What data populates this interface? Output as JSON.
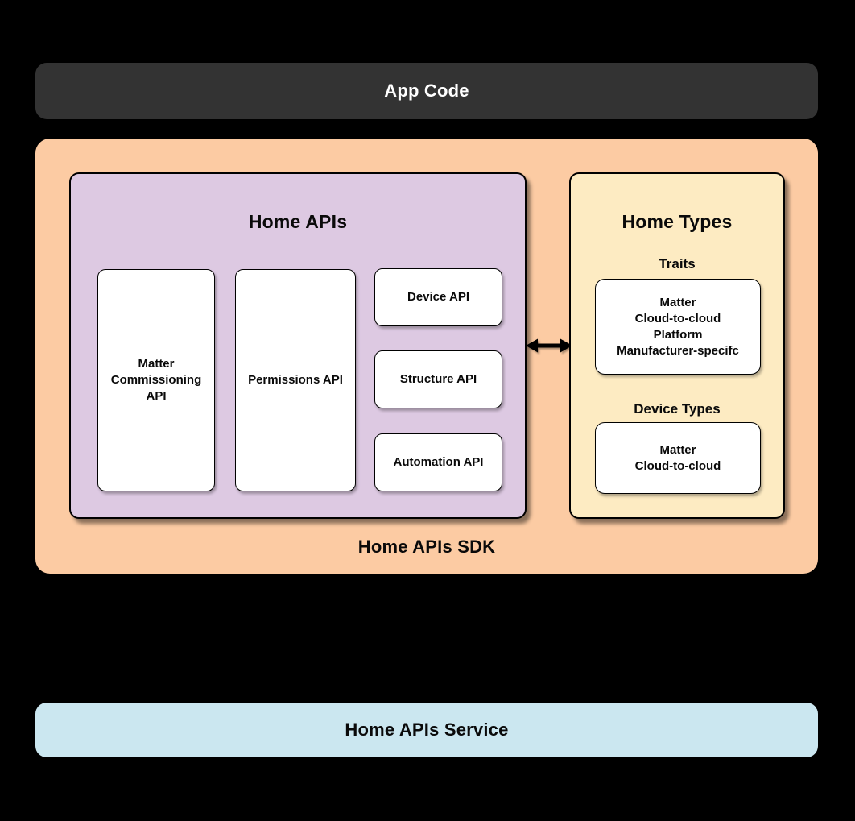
{
  "colors": {
    "background": "#000000",
    "app_code_bg": "#333333",
    "sdk_bg": "#FCCBA3",
    "home_apis_bg": "#DDC9E2",
    "home_types_bg": "#FDEBC2",
    "service_bg": "#CBE7F0",
    "card_bg": "#FFFFFF",
    "border": "#000000"
  },
  "app_code": {
    "label": "App Code"
  },
  "sdk": {
    "label": "Home APIs SDK",
    "home_apis": {
      "title": "Home APIs",
      "matter_commissioning_api": "Matter\nCommissioning\nAPI",
      "permissions_api": "Permissions API",
      "device_api": "Device API",
      "structure_api": "Structure API",
      "automation_api": "Automation API"
    },
    "home_types": {
      "title": "Home Types",
      "traits_heading": "Traits",
      "traits_items": "Matter\nCloud-to-cloud\nPlatform\nManufacturer-specifc",
      "device_types_heading": "Device Types",
      "device_types_items": "Matter\nCloud-to-cloud"
    },
    "arrow": "bidirectional"
  },
  "service": {
    "label": "Home APIs Service"
  }
}
